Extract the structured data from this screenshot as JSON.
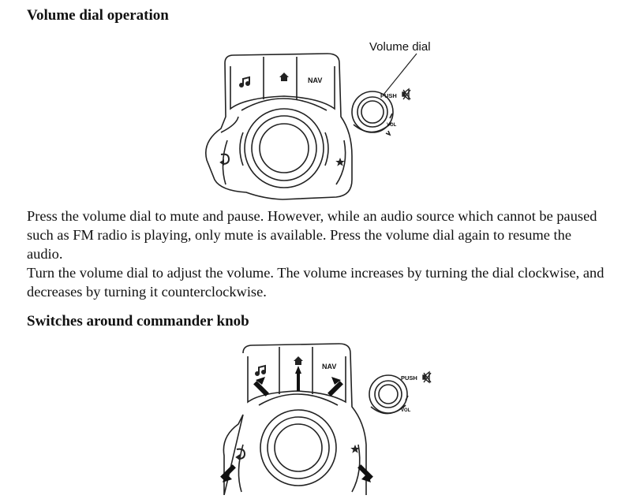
{
  "sections": [
    {
      "heading": "Volume dial operation",
      "figure": {
        "callout": "Volume dial",
        "buttons": {
          "music": "♫",
          "home": "⌂",
          "nav": "NAV",
          "back": "↩",
          "favorite": "★"
        },
        "dial_labels": {
          "push": "PUSH",
          "vol": "VOL"
        },
        "icons": [
          "music-note-icon",
          "home-icon",
          "back-arrow-icon",
          "star-icon",
          "mute-speaker-icon"
        ]
      },
      "paragraphs": [
        "Press the volume dial to mute and pause. However, while an audio source which cannot be paused such as FM radio is playing, only mute is available. Press the volume dial again to resume the audio.",
        "Turn the volume dial to adjust the volume. The volume increases by turning the dial clockwise, and decreases by turning it counterclockwise."
      ]
    },
    {
      "heading": "Switches around commander knob",
      "figure": {
        "buttons": {
          "music": "♫",
          "home": "⌂",
          "nav": "NAV",
          "back": "↩",
          "favorite": "★"
        },
        "dial_labels": {
          "push": "PUSH",
          "vol": "VOL"
        },
        "icons": [
          "music-note-icon",
          "home-icon",
          "back-arrow-icon",
          "star-icon",
          "mute-speaker-icon",
          "pointer-arrow-icon"
        ]
      }
    }
  ]
}
